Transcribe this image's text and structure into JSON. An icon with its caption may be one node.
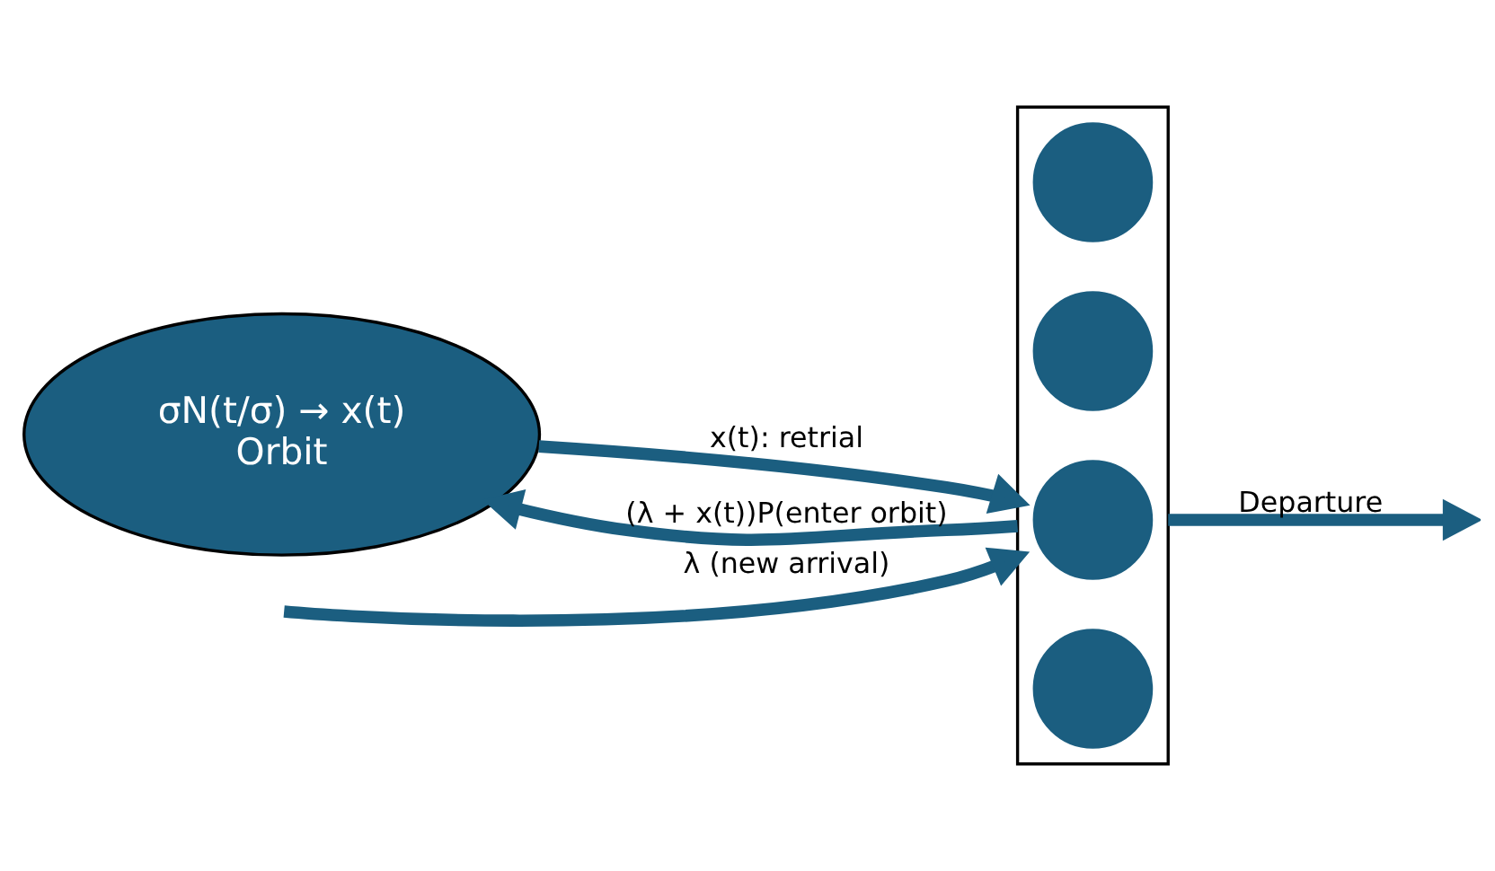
{
  "diagram": {
    "nodes": [
      {
        "text": [
          "σN(t/σ) → x(t)",
          "Orbit"
        ]
      },
      {
        "text": [],
        "shape": "box"
      },
      {
        "text": [],
        "shape": "circle",
        "in": 1
      },
      {
        "text": [],
        "shape": "circle",
        "in": 1
      },
      {
        "text": [],
        "shape": "circle",
        "in": 1
      },
      {
        "text": [],
        "shape": "circle",
        "in": 1
      }
    ],
    "edges": [
      {
        "from": 0,
        "to": 1,
        "arrow": "to",
        "label": "x(t): retrial"
      },
      {
        "from": 1,
        "to": 0,
        "arrow": "to",
        "label": "(λ + x(t))P(enter orbit)"
      },
      {
        "from": null,
        "to": 1,
        "arrow": "to",
        "label": "λ (new arrival)"
      },
      {
        "from": 1,
        "to": null,
        "arrow": "to",
        "label": "Departure"
      }
    ]
  }
}
